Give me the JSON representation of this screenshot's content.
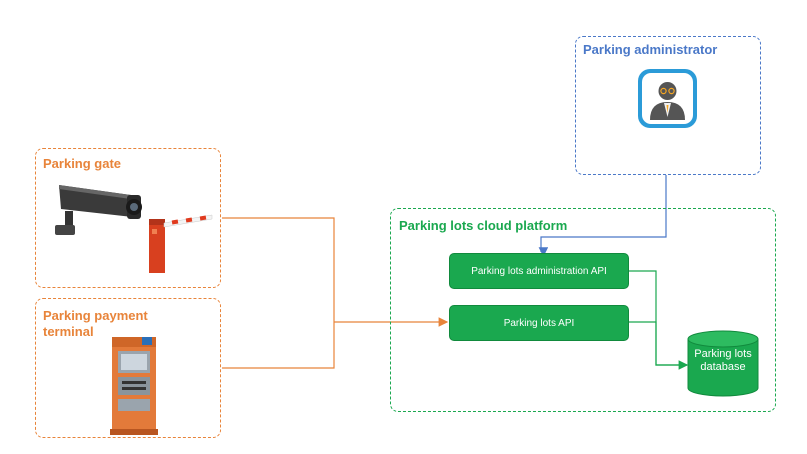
{
  "admin": {
    "title": "Parking administrator",
    "icon": "administrator-avatar-icon"
  },
  "gate": {
    "title": "Parking gate",
    "icons": [
      "security-camera-icon",
      "barrier-gate-icon"
    ]
  },
  "terminal": {
    "title_line1": "Parking payment",
    "title_line2": "terminal",
    "icon": "payment-kiosk-icon"
  },
  "cloud": {
    "title": "Parking lots cloud platform",
    "admin_api": "Parking lots administration API",
    "api": "Parking lots API",
    "database": "Parking lots database"
  },
  "colors": {
    "admin": "#4a78c8",
    "device": "#e8843a",
    "cloud": "#1aa84f"
  }
}
